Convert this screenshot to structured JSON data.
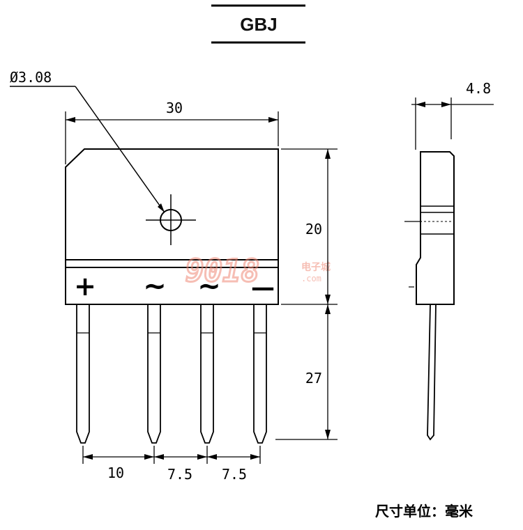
{
  "title": "GBJ",
  "hole_diameter": "Ø3.08",
  "dimensions": {
    "width": "30",
    "height": "20",
    "lead_length": "27",
    "pitch_first": "10",
    "pitch_second": "7.5",
    "pitch_third": "7.5",
    "thickness": "4.8"
  },
  "pin_symbols": {
    "plus": "+",
    "ac1": "~",
    "ac2": "~",
    "minus": "—"
  },
  "watermark": {
    "number": "9018",
    "cn": "电子城",
    "dotcom": ".com"
  },
  "unit_note": "尺寸单位：毫米"
}
